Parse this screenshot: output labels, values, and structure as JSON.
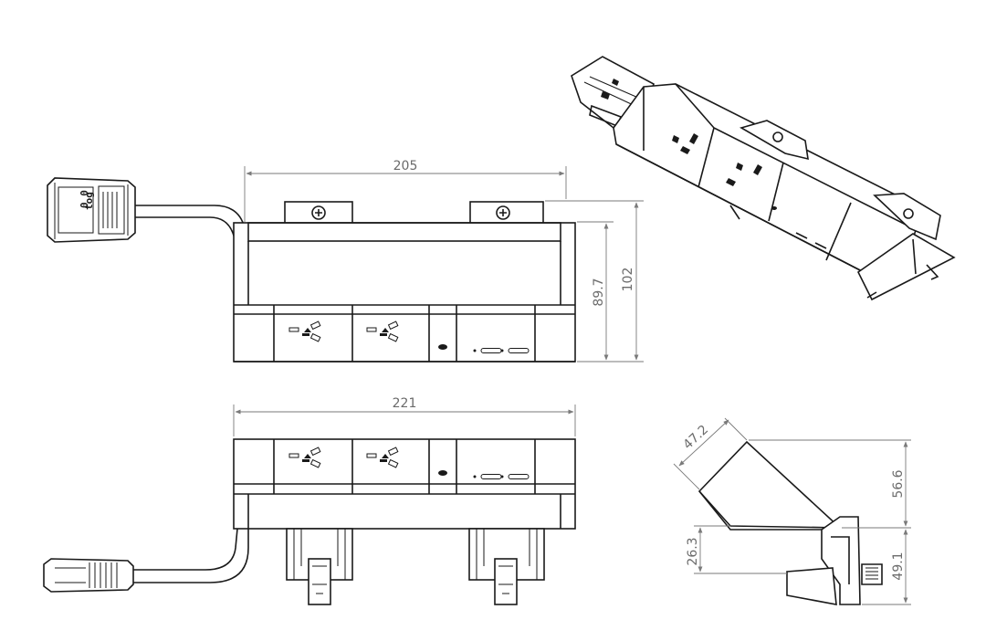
{
  "dimensions": {
    "front_width": "205",
    "front_height_inner": "89.7",
    "front_height_total": "102",
    "bottom_width": "221",
    "side_diag": "47.2",
    "side_upper": "56.6",
    "side_offset": "26.3",
    "side_lower": "49.1"
  },
  "connector_label": "tog",
  "connector_code": "0 0",
  "colors": {
    "line": "#1a1a1a",
    "dimension": "#7a7a7a",
    "background": "#ffffff"
  }
}
